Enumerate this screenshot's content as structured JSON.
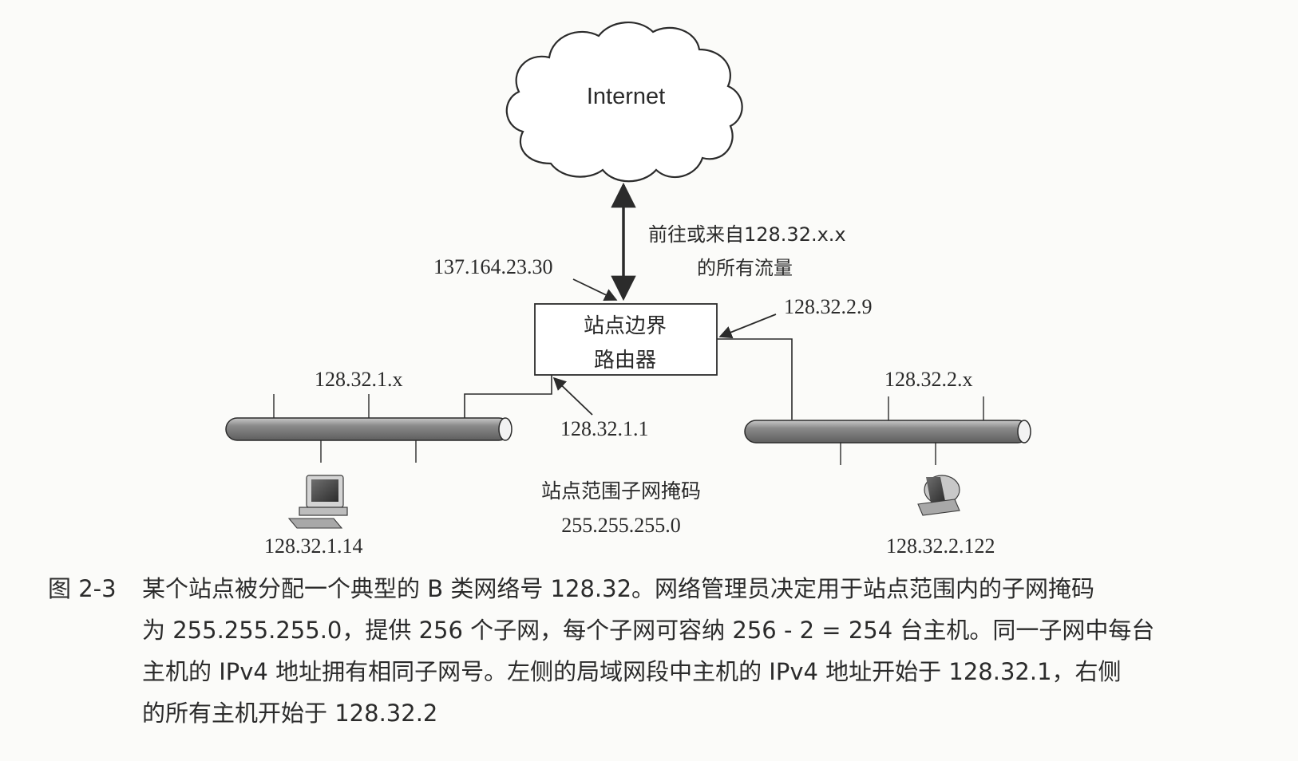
{
  "diagram": {
    "cloud_label": "Internet",
    "traffic_label_line1": "前往或来自128.32.x.x",
    "traffic_label_line2": "的所有流量",
    "router_external_ip": "137.164.23.30",
    "router_label_line1": "站点边界",
    "router_label_line2": "路由器",
    "router_right_ip": "128.32.2.9",
    "router_left_ip": "128.32.1.1",
    "left_segment_label": "128.32.1.x",
    "right_segment_label": "128.32.2.x",
    "left_host_ip": "128.32.1.14",
    "right_host_ip": "128.32.2.122",
    "subnet_mask_title": "站点范围子网掩码",
    "subnet_mask_value": "255.255.255.0",
    "icons": [
      "desktop-computer-icon",
      "laptop-computer-icon"
    ]
  },
  "caption": {
    "figure_number": "图 2-3",
    "lines": [
      "某个站点被分配一个典型的 B 类网络号 128.32。网络管理员决定用于站点范围内的子网掩码",
      "为 255.255.255.0，提供 256 个子网，每个子网可容纳 256 - 2 = 254 台主机。同一子网中每台",
      "主机的 IPv4 地址拥有相同子网号。左侧的局域网段中主机的 IPv4 地址开始于 128.32.1，右侧",
      "的所有主机开始于 128.32.2"
    ]
  }
}
